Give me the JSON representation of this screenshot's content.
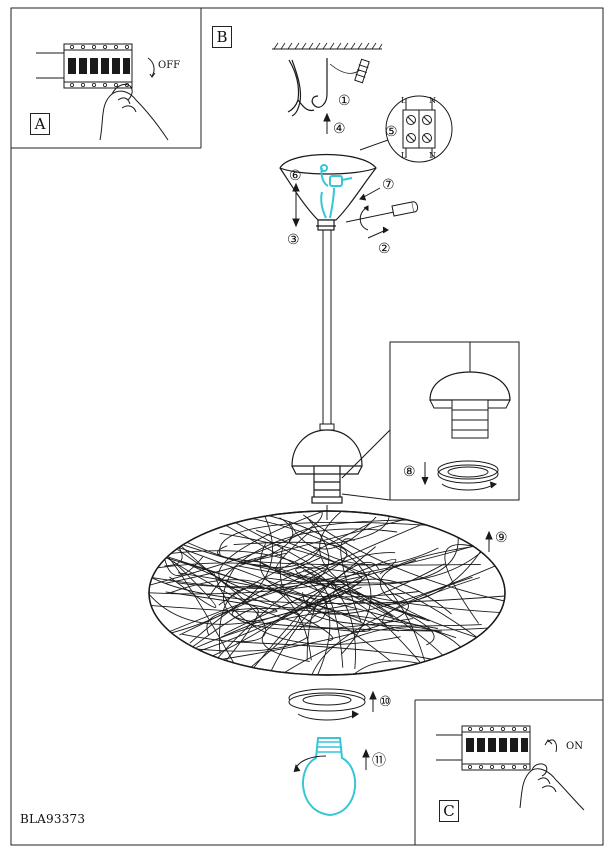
{
  "panels": {
    "a_label": "A",
    "b_label": "B",
    "c_label": "C"
  },
  "switch_off_text": "OFF",
  "switch_on_text": "ON",
  "terminal_labels": {
    "top_l": "L",
    "top_n": "N",
    "bottom_l": "L",
    "bottom_n": "N"
  },
  "steps": [
    "①",
    "②",
    "③",
    "④",
    "⑤",
    "⑥",
    "⑦",
    "⑧",
    "⑨",
    "⑩",
    "⑪"
  ],
  "model_code": "BLA93373",
  "colors": {
    "line": "#1a1a1a",
    "highlight": "#36c6d8"
  }
}
